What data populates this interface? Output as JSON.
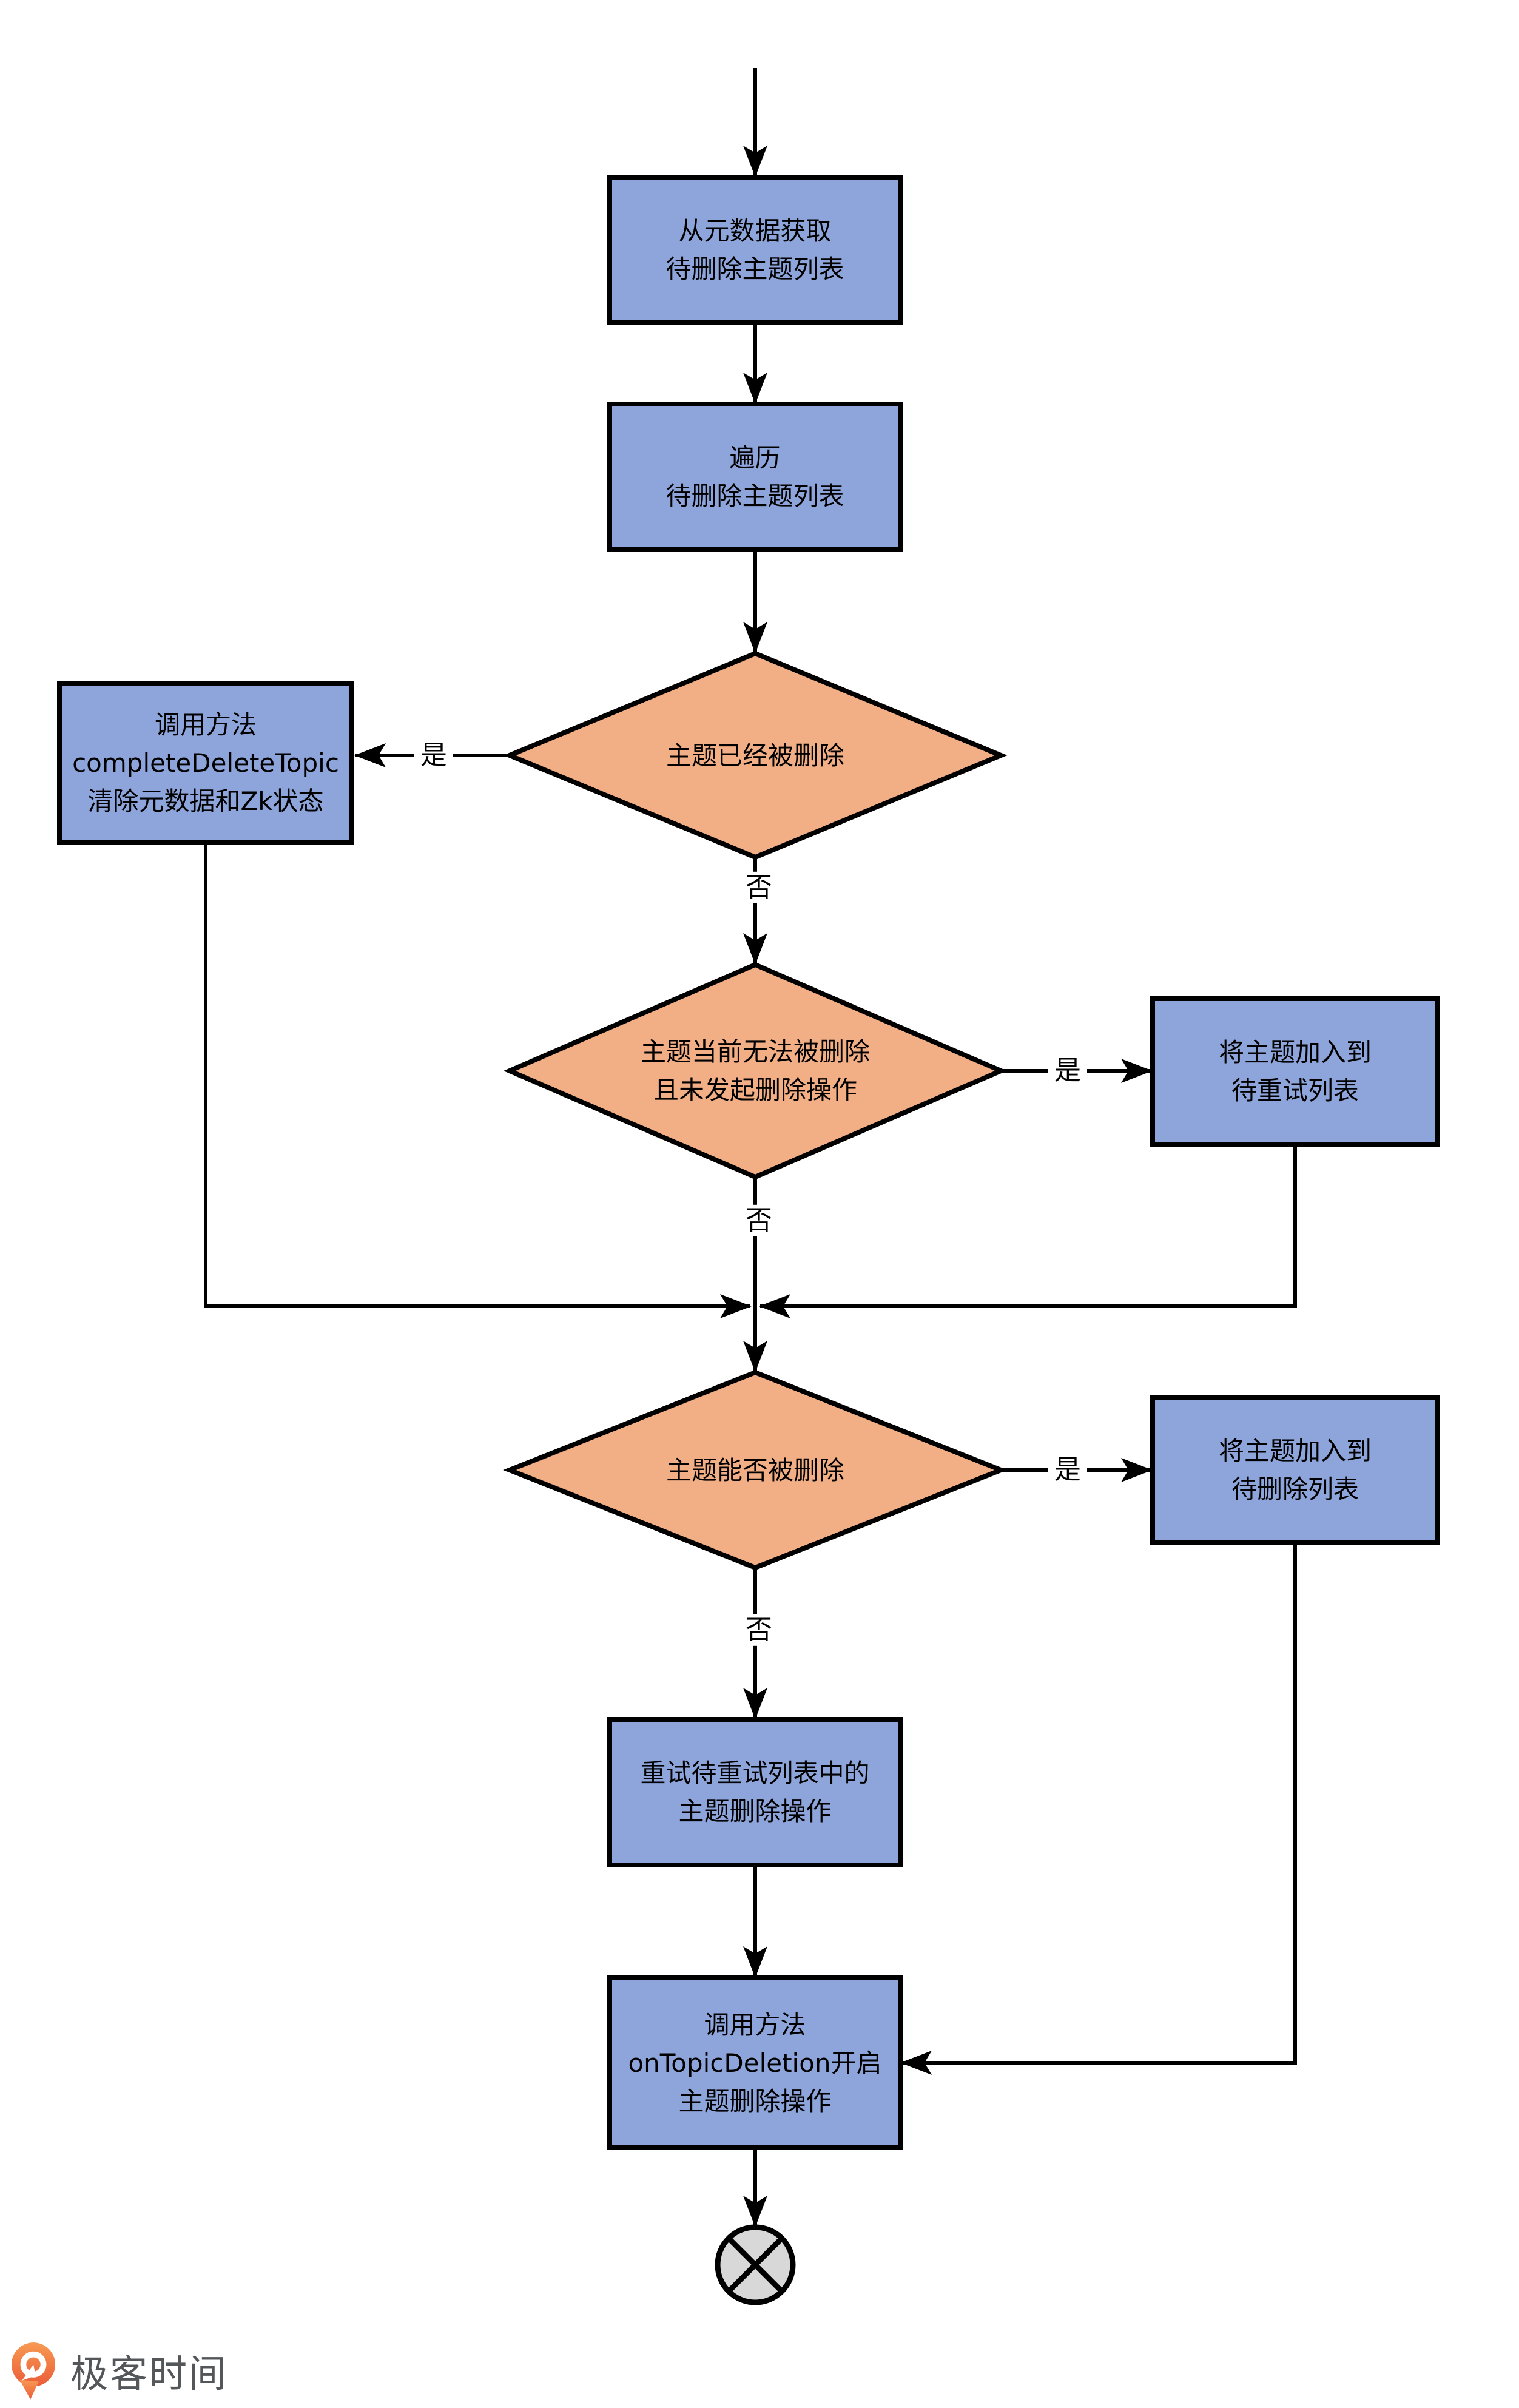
{
  "colors": {
    "background": "#FFFFFF",
    "process_fill": "#8DA5DA",
    "decision_fill": "#F2AE84",
    "line_color": "#000000",
    "text_color": "#000000",
    "end_fill": "#D8D8D8",
    "edge_label_bg": "#FFFFFF",
    "logo_orange_top": "#F79A52",
    "logo_orange_bottom": "#EB5C39",
    "logo_text_color": "#54575A"
  },
  "flowchart": {
    "nodes": {
      "fetch": {
        "type": "process",
        "label": "从元数据获取\n待删除主题列表"
      },
      "iterate": {
        "type": "process",
        "label": "遍历\n待删除主题列表"
      },
      "check_deleted": {
        "type": "decision",
        "label": "主题已经被删除"
      },
      "complete_delete": {
        "type": "process",
        "label": "调用方法\ncompleteDeleteTopic\n清除元数据和Zk状态"
      },
      "check_ineligible": {
        "type": "decision",
        "label": "主题当前无法被删除\n且未发起删除操作"
      },
      "add_retry": {
        "type": "process",
        "label": "将主题加入到\n待重试列表"
      },
      "check_deletable": {
        "type": "decision",
        "label": "主题能否被删除"
      },
      "add_delete": {
        "type": "process",
        "label": "将主题加入到\n待删除列表"
      },
      "retry_deletion": {
        "type": "process",
        "label": "重试待重试列表中的\n主题删除操作"
      },
      "on_topic_deletion": {
        "type": "process",
        "label": "调用方法\nonTopicDeletion开启\n主题删除操作"
      }
    },
    "edge_labels": {
      "deleted_yes": "是",
      "deleted_no": "否",
      "ineligible_yes": "是",
      "ineligible_no": "否",
      "deletable_yes": "是",
      "deletable_no": "否"
    },
    "end_icon": "circled-x"
  },
  "branding": {
    "logo_icon": "geektime-pin",
    "logo_text": "极客时间"
  }
}
